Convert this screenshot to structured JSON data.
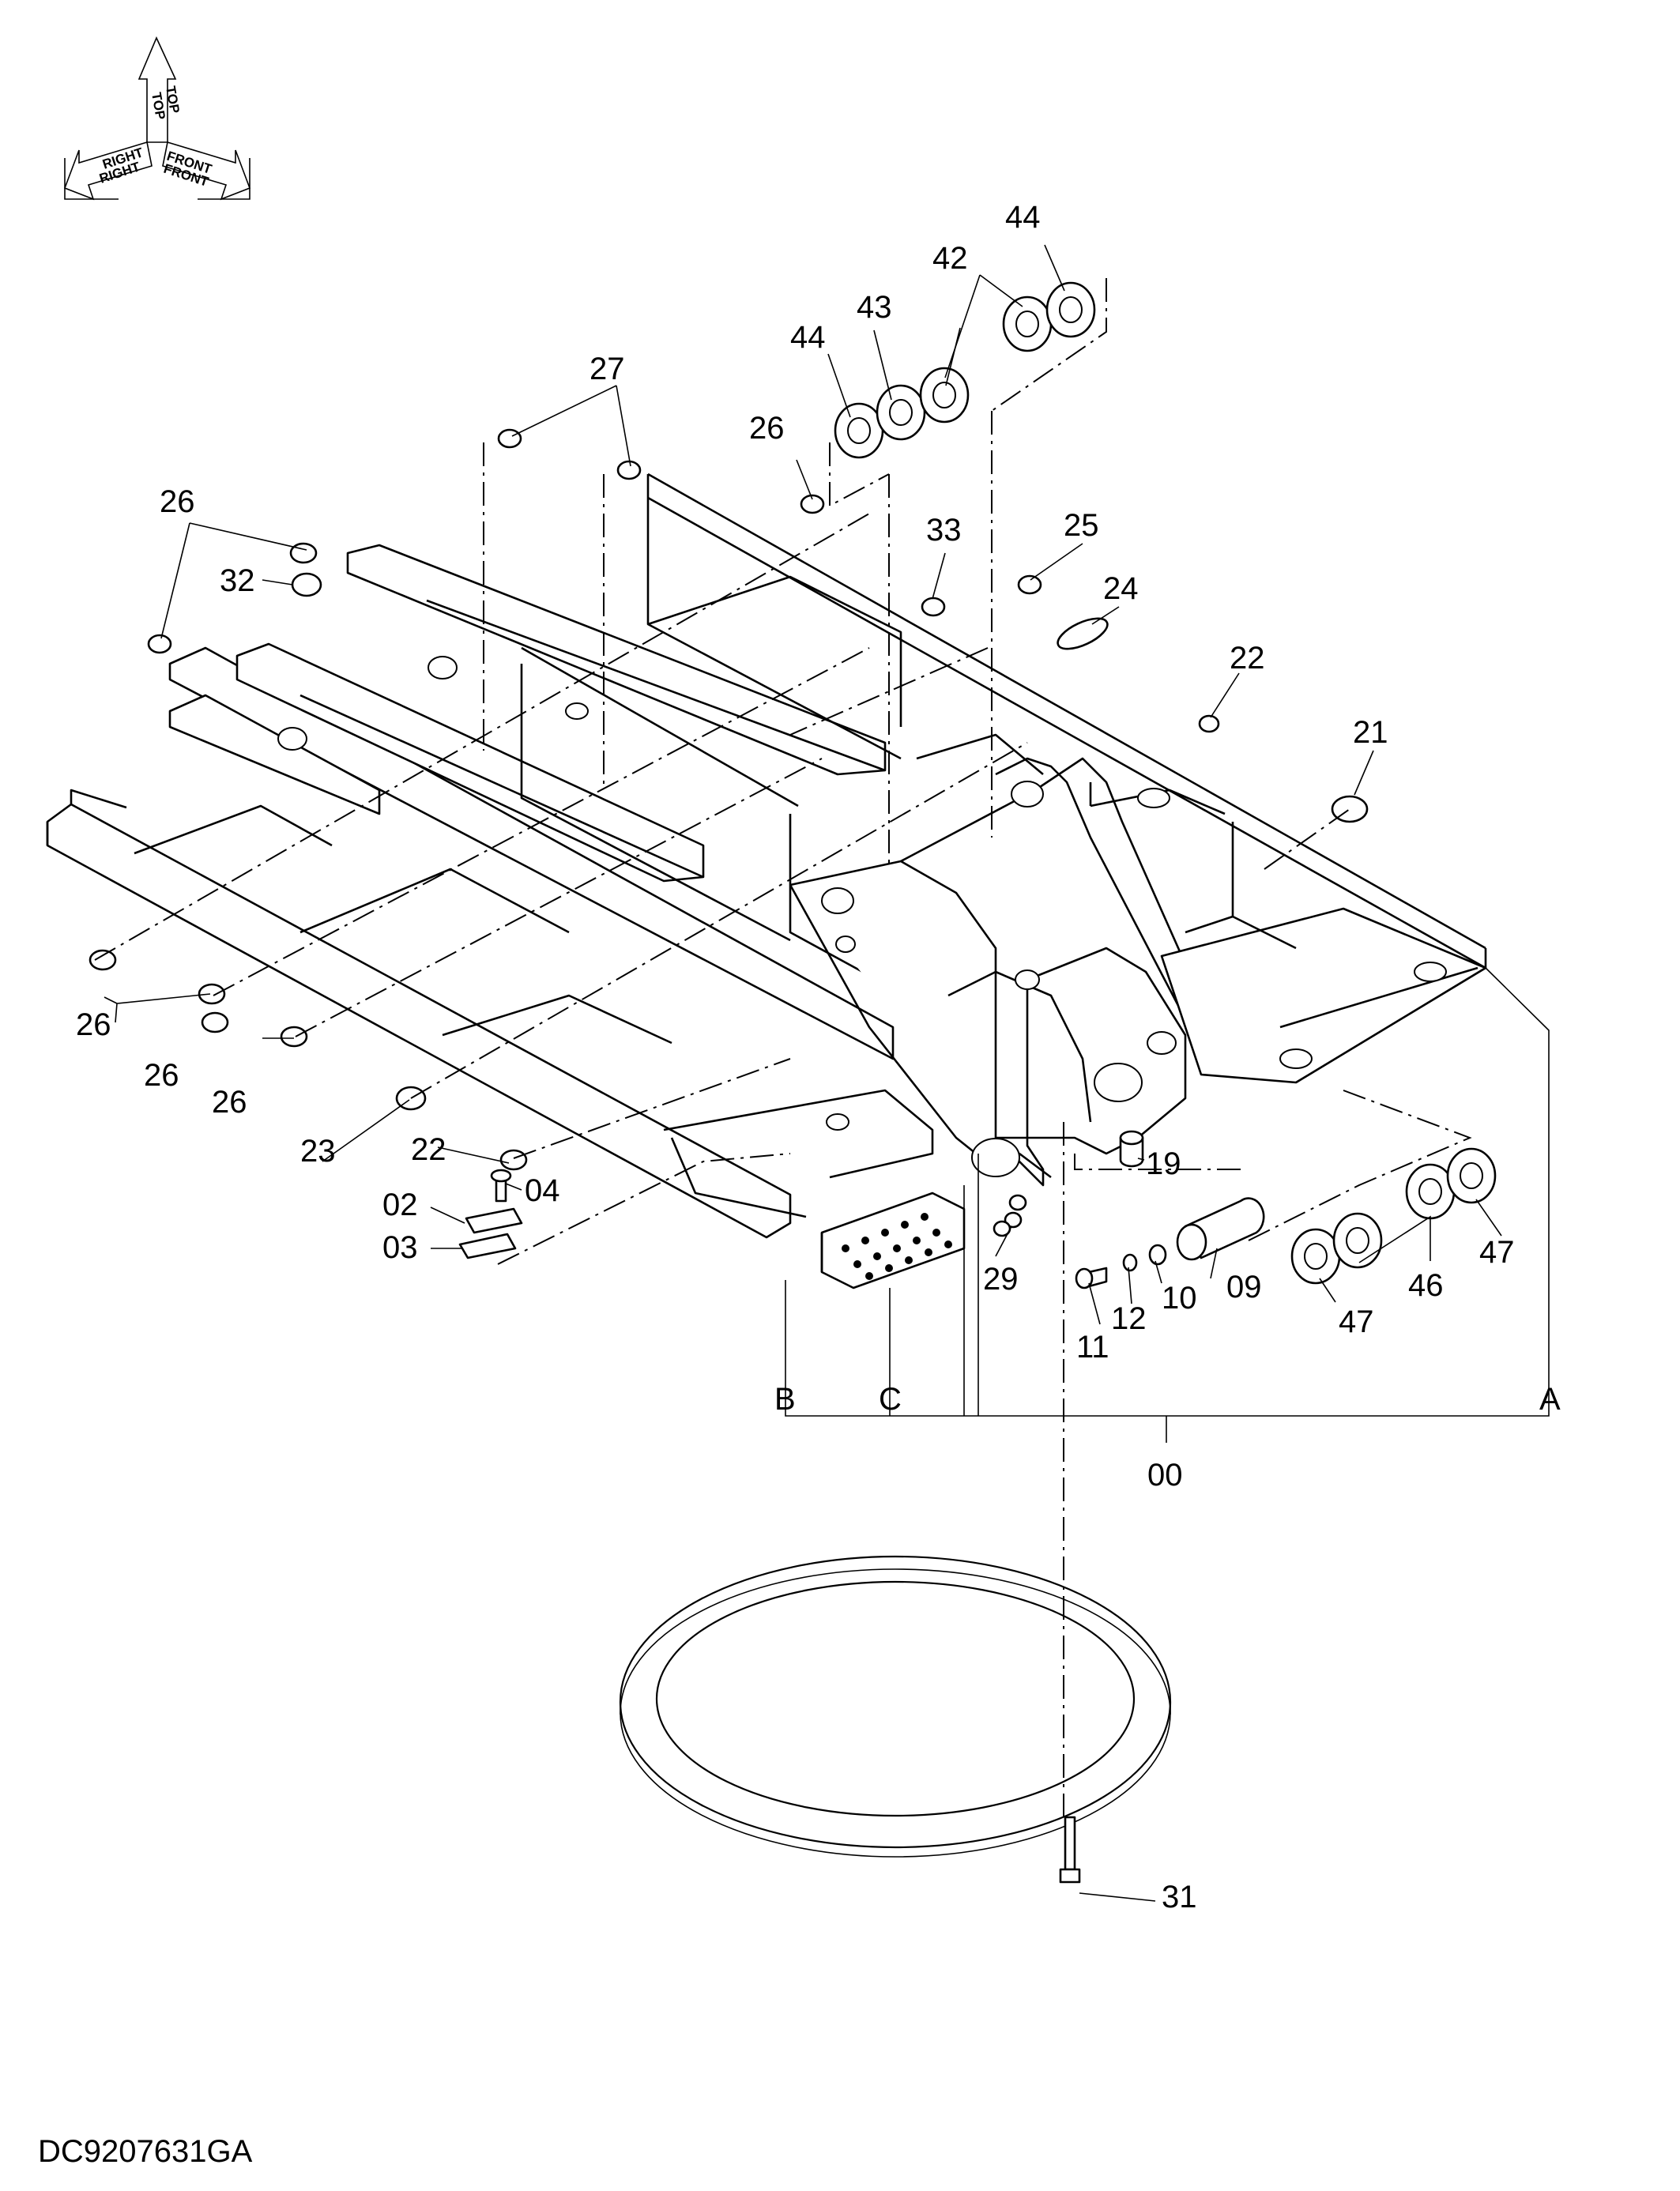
{
  "drawing_code": "DC9207631GA",
  "orientation": {
    "top": "TOP",
    "front": "FRONT",
    "right": "RIGHT"
  },
  "callouts": [
    {
      "id": "c00",
      "text": "00"
    },
    {
      "id": "c02",
      "text": "02"
    },
    {
      "id": "c03",
      "text": "03"
    },
    {
      "id": "c04",
      "text": "04"
    },
    {
      "id": "c09",
      "text": "09"
    },
    {
      "id": "c10",
      "text": "10"
    },
    {
      "id": "c11",
      "text": "11"
    },
    {
      "id": "c12",
      "text": "12"
    },
    {
      "id": "c19",
      "text": "19"
    },
    {
      "id": "c21",
      "text": "21"
    },
    {
      "id": "c22a",
      "text": "22"
    },
    {
      "id": "c22b",
      "text": "22"
    },
    {
      "id": "c23",
      "text": "23"
    },
    {
      "id": "c24",
      "text": "24"
    },
    {
      "id": "c25",
      "text": "25"
    },
    {
      "id": "c26a",
      "text": "26"
    },
    {
      "id": "c26b",
      "text": "26"
    },
    {
      "id": "c26c",
      "text": "26"
    },
    {
      "id": "c26d",
      "text": "26"
    },
    {
      "id": "c26e",
      "text": "26"
    },
    {
      "id": "c27",
      "text": "27"
    },
    {
      "id": "c29",
      "text": "29"
    },
    {
      "id": "c31",
      "text": "31"
    },
    {
      "id": "c32",
      "text": "32"
    },
    {
      "id": "c33",
      "text": "33"
    },
    {
      "id": "c42",
      "text": "42"
    },
    {
      "id": "c43",
      "text": "43"
    },
    {
      "id": "c44a",
      "text": "44"
    },
    {
      "id": "c44b",
      "text": "44"
    },
    {
      "id": "c46",
      "text": "46"
    },
    {
      "id": "c47a",
      "text": "47"
    },
    {
      "id": "c47b",
      "text": "47"
    },
    {
      "id": "cA",
      "text": "A"
    },
    {
      "id": "cB",
      "text": "B"
    },
    {
      "id": "cC",
      "text": "C"
    }
  ]
}
